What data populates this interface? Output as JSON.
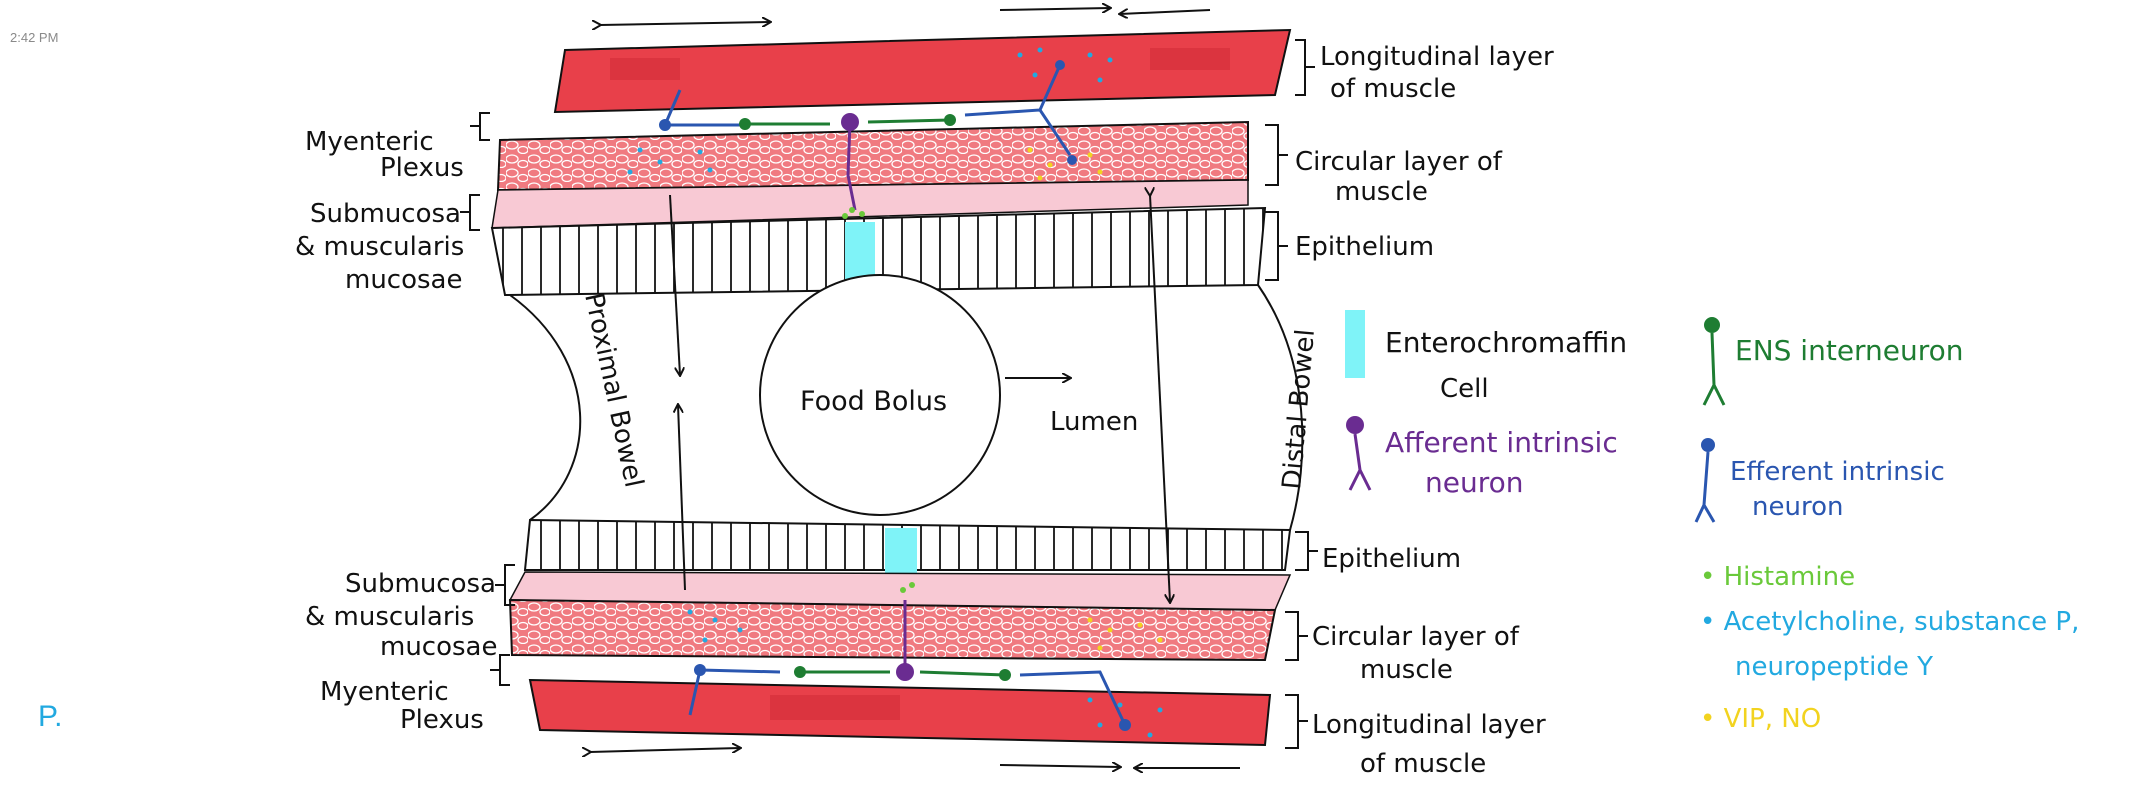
{
  "status": {
    "time": "2:42 PM",
    "corner_mark": "P."
  },
  "colors": {
    "muscle_long": "#e8404a",
    "muscle_circ": "#f07a80",
    "submucosa": "#f8c9d4",
    "ec_cell": "#7ff3f8",
    "interneuron": "#1e7d32",
    "afferent": "#6a2c91",
    "efferent": "#2a56b0",
    "histamine": "#6ac93a",
    "acetylcholine": "#22a9e0",
    "vip": "#f2d31f",
    "ink": "#111111"
  },
  "labels": {
    "myenteric_top": [
      "Myenteric",
      "Plexus"
    ],
    "submucosa_top": [
      "Submucosa",
      "& muscularis",
      "mucosae"
    ],
    "longitudinal_top": [
      "Longitudinal layer",
      "of muscle"
    ],
    "circular_top": [
      "Circular layer of",
      "muscle"
    ],
    "epithelium_top": "Epithelium",
    "epithelium_bottom": "Epithelium",
    "circular_bottom": [
      "Circular layer of",
      "muscle"
    ],
    "longitudinal_bottom": [
      "Longitudinal layer",
      "of muscle"
    ],
    "submucosa_bottom": [
      "Submucosa",
      "& muscularis",
      "mucosae"
    ],
    "myenteric_bottom": [
      "Myenteric",
      "Plexus"
    ],
    "proximal": "Proximal Bowel",
    "distal": "Distal Bowel",
    "food_bolus": "Food Bolus",
    "lumen": "Lumen"
  },
  "legend": {
    "ec_cell": [
      "Enterochromaffin",
      "Cell"
    ],
    "afferent": [
      "Afferent intrinsic",
      "neuron"
    ],
    "interneuron": "ENS interneuron",
    "efferent": [
      "Efferent intrinsic",
      "neuron"
    ],
    "histamine": "• Histamine",
    "acetylcholine": [
      "• Acetylcholine, substance P,",
      "neuropeptide Y"
    ],
    "vip": "• VIP, NO"
  }
}
